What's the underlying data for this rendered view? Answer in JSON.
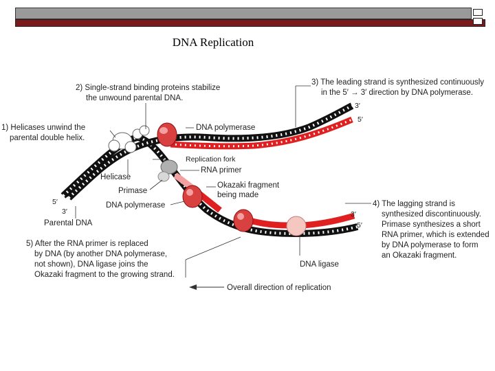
{
  "title": "DNA Replication",
  "labels": {
    "helicases_1": "1) Helicases unwind the",
    "helicases_2": "parental double helix.",
    "ssb_1": "2) Single-strand binding proteins stabilize",
    "ssb_2": "the unwound parental DNA.",
    "leading_1": "3) The leading strand is synthesized continuously",
    "leading_2": "in the 5′ → 3′ direction by DNA polymerase.",
    "lagging_1": "4) The lagging strand is",
    "lagging_2": "synthesized discontinuously.",
    "lagging_3": "Primase synthesizes a short",
    "lagging_4": "RNA primer, which is extended",
    "lagging_5": "by DNA polymerase to form",
    "lagging_6": "an Okazaki fragment.",
    "ligase_1": "5) After the RNA primer is replaced",
    "ligase_2": "by DNA (by another DNA polymerase,",
    "ligase_3": "not shown), DNA ligase joins the",
    "ligase_4": "Okazaki fragment to the growing strand.",
    "dna_polymerase_top": "DNA polymerase",
    "replication_fork": "Replication fork",
    "rna_primer": "RNA primer",
    "helicase": "Helicase",
    "primase": "Primase",
    "dna_polymerase_bottom": "DNA polymerase",
    "okazaki_1": "Okazaki fragment",
    "okazaki_2": "being made",
    "dna_ligase": "DNA ligase",
    "parental_dna": "Parental DNA",
    "overall_direction": "Overall direction of replication",
    "end_3_top": "3′",
    "end_5_top": "5′",
    "end_5_left": "5′",
    "end_3_left": "3′",
    "end_3_right": "3′",
    "end_5_right": "5′"
  },
  "colors": {
    "parental_strand": "#111111",
    "new_strand": "#e02020",
    "primer": "#f2a0a0",
    "enzyme": "#d94040",
    "ligase": "#f4c8c0",
    "helicase": "#ffffff",
    "primase": "#b0b0b0",
    "header_gray": "#9a9a9a",
    "header_red": "#7a1a1a"
  }
}
